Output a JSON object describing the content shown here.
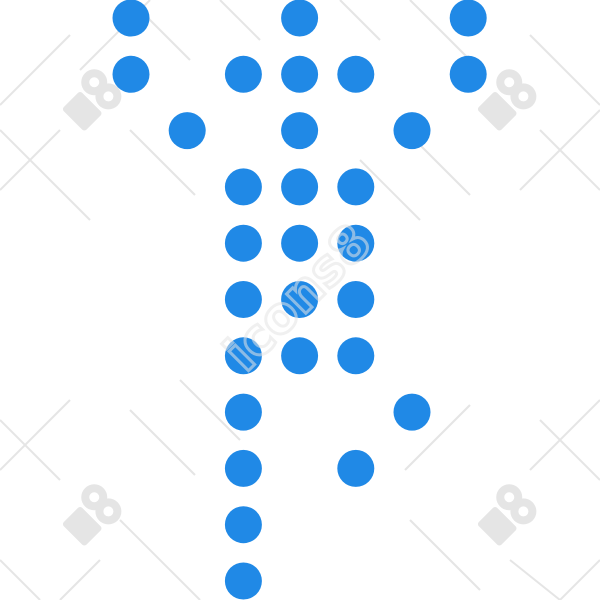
{
  "icon": {
    "name": "dotted-tree-icon",
    "color": "#2089e6"
  },
  "watermark": {
    "text": "icons8",
    "color": "#e5e5e5"
  },
  "dots": [
    {
      "col": 0,
      "row": 0
    },
    {
      "col": 3,
      "row": 0
    },
    {
      "col": 6,
      "row": 0
    },
    {
      "col": 0,
      "row": 1
    },
    {
      "col": 2,
      "row": 1
    },
    {
      "col": 3,
      "row": 1
    },
    {
      "col": 4,
      "row": 1
    },
    {
      "col": 6,
      "row": 1
    },
    {
      "col": 1,
      "row": 2
    },
    {
      "col": 3,
      "row": 2
    },
    {
      "col": 5,
      "row": 2
    },
    {
      "col": 2,
      "row": 3
    },
    {
      "col": 3,
      "row": 3
    },
    {
      "col": 4,
      "row": 3
    },
    {
      "col": 2,
      "row": 4
    },
    {
      "col": 3,
      "row": 4
    },
    {
      "col": 4,
      "row": 4
    },
    {
      "col": 2,
      "row": 5
    },
    {
      "col": 3,
      "row": 5
    },
    {
      "col": 4,
      "row": 5
    },
    {
      "col": 2,
      "row": 6
    },
    {
      "col": 3,
      "row": 6
    },
    {
      "col": 4,
      "row": 6
    },
    {
      "col": 2,
      "row": 7
    },
    {
      "col": 5,
      "row": 7
    },
    {
      "col": 2,
      "row": 8
    },
    {
      "col": 4,
      "row": 8
    },
    {
      "col": 2,
      "row": 9
    },
    {
      "col": 2,
      "row": 10
    }
  ]
}
